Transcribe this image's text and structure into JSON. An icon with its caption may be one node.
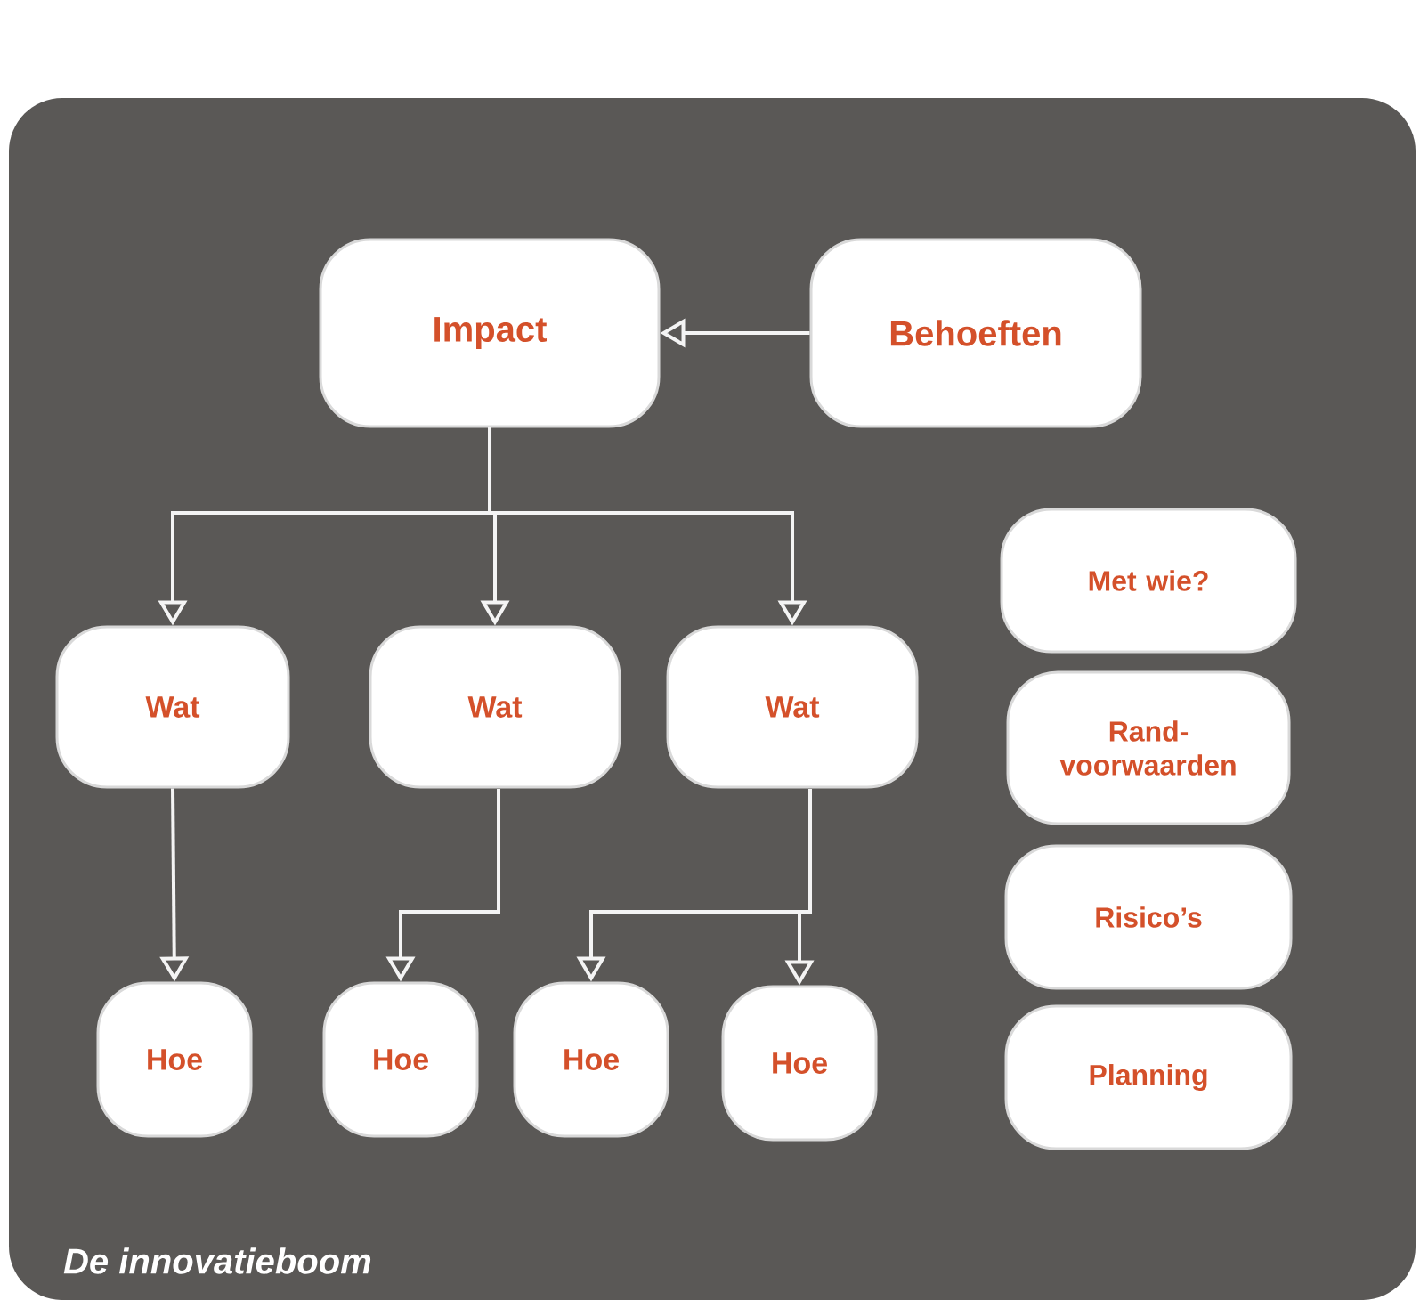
{
  "diagram": {
    "caption": "De innovatieboom",
    "nodes": [
      {
        "text": [
          "Impact"
        ]
      },
      {
        "text": [
          "Behoeften"
        ]
      },
      {
        "text": [
          "Wat"
        ]
      },
      {
        "text": [
          "Wat"
        ]
      },
      {
        "text": [
          "Wat"
        ]
      },
      {
        "text": [
          "Hoe"
        ]
      },
      {
        "text": [
          "Hoe"
        ]
      },
      {
        "text": [
          "Hoe"
        ]
      },
      {
        "text": [
          "Hoe"
        ]
      },
      {
        "text": [
          "Met wie?"
        ]
      },
      {
        "text": [
          "Rand- voorwaarden"
        ]
      },
      {
        "text": [
          "Risico’s"
        ]
      },
      {
        "text": [
          "Planning"
        ]
      }
    ],
    "edges": [
      {
        "from": 1,
        "to": 0,
        "arrow": "to"
      },
      {
        "from": 0,
        "to": 2,
        "arrow": "to"
      },
      {
        "from": 0,
        "to": 3,
        "arrow": "to"
      },
      {
        "from": 0,
        "to": 4,
        "arrow": "to"
      },
      {
        "from": 2,
        "to": 5,
        "arrow": "to"
      },
      {
        "from": 3,
        "to": 6,
        "arrow": "to"
      },
      {
        "from": 4,
        "to": 7,
        "arrow": "to"
      },
      {
        "from": 4,
        "to": 8,
        "arrow": "to"
      }
    ]
  }
}
